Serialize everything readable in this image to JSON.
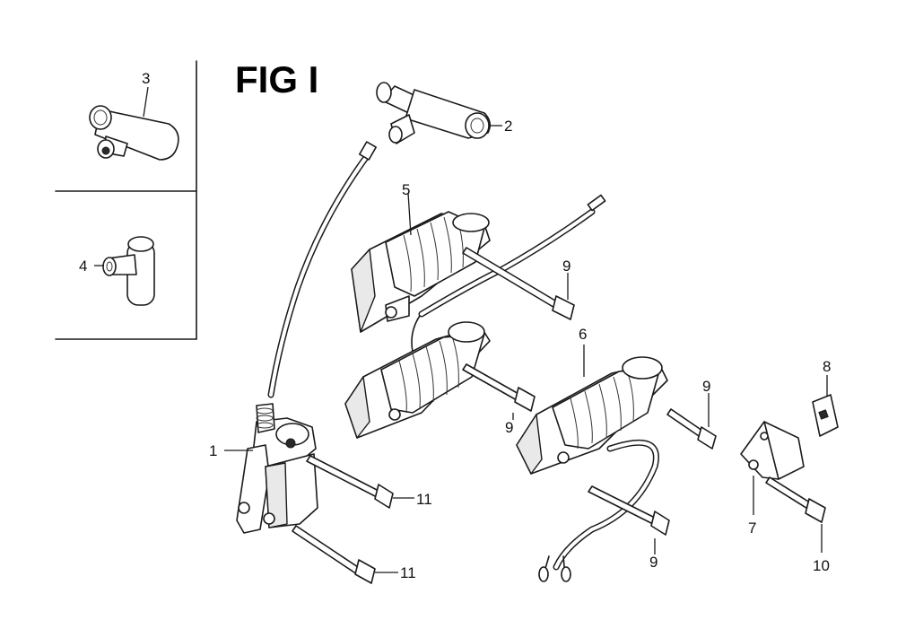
{
  "figure_title": "FIG I",
  "callouts": {
    "c1": "1",
    "c2": "2",
    "c3": "3",
    "c4": "4",
    "c5": "5",
    "c6": "6",
    "c7": "7",
    "c8": "8",
    "c9a": "9",
    "c9b": "9",
    "c9c": "9",
    "c9d": "9",
    "c10": "10",
    "c11a": "11",
    "c11b": "11"
  }
}
